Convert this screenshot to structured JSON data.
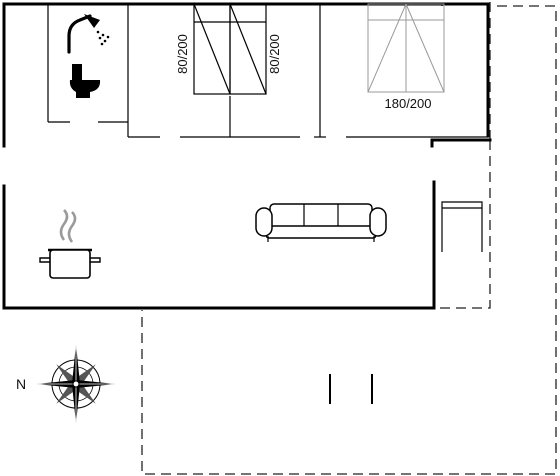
{
  "labels": {
    "bed_left": "80/200",
    "bed_right": "80/200",
    "bed_double": "180/200",
    "compass_north": "N"
  },
  "icons": {
    "shower": "shower-icon",
    "toilet": "toilet-icon",
    "cooking_pot": "cooking-pot-icon",
    "sofa": "sofa-icon",
    "compass": "compass-rose-icon"
  },
  "colors": {
    "wall": "#000000",
    "outline": "#222222",
    "light_furniture": "#9a9a9a"
  }
}
